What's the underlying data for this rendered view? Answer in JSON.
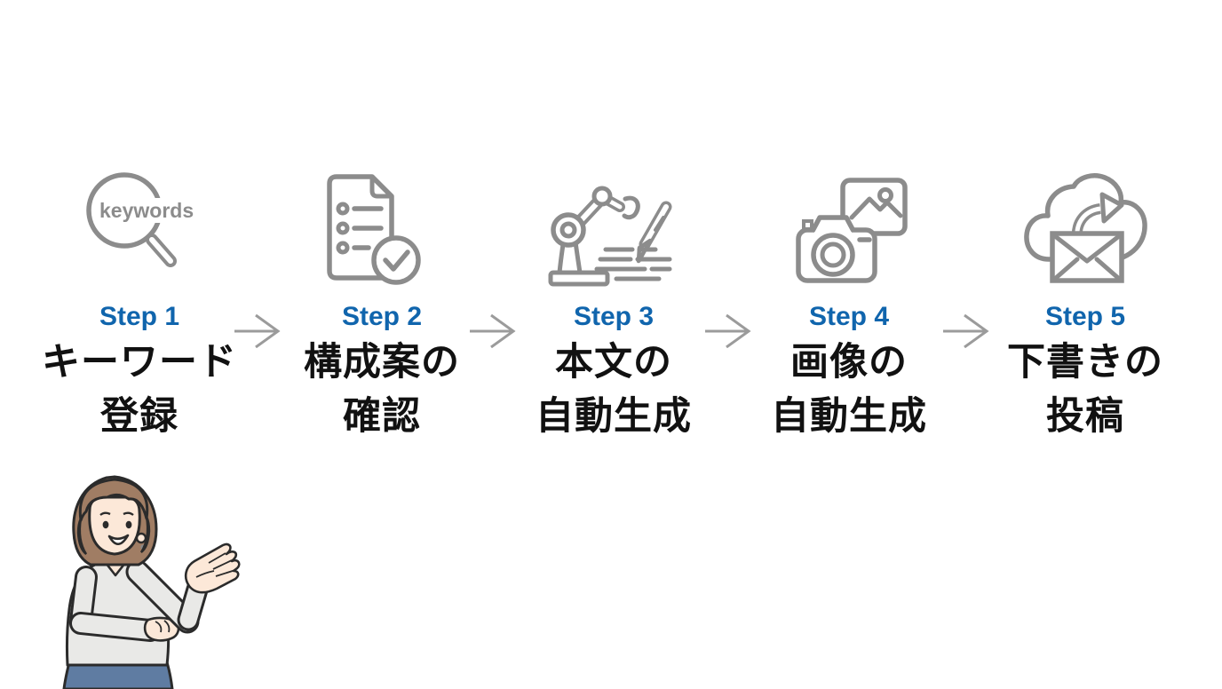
{
  "diagram_title": "blog-auto-generation-5-step-flow",
  "steps": [
    {
      "label": "Step 1",
      "title_line1": "キーワード",
      "title_line2": "登録",
      "icon": "keywords-magnifier-icon"
    },
    {
      "label": "Step 2",
      "title_line1": "構成案の",
      "title_line2": "確認",
      "icon": "checklist-document-icon"
    },
    {
      "label": "Step 3",
      "title_line1": "本文の",
      "title_line2": "自動生成",
      "icon": "robot-writing-icon"
    },
    {
      "label": "Step 4",
      "title_line1": "画像の",
      "title_line2": "自動生成",
      "icon": "camera-images-icon"
    },
    {
      "label": "Step 5",
      "title_line1": "下書きの",
      "title_line2": "投稿",
      "icon": "cloud-upload-mail-icon"
    }
  ],
  "icon_texts": {
    "magnifier_label": "keywords"
  },
  "colors": {
    "background": "#ffffff",
    "step_label_blue": "#1065ad",
    "title_black": "#111111",
    "icon_gray": "#8c8c8c",
    "arrow_gray": "#9b9b9b",
    "figure_hair_brown": "#a07d64",
    "figure_skin": "#fce8d8",
    "figure_sweater_gray": "#e9e9e7",
    "figure_skirt_blue": "#5f7ca2",
    "figure_outline": "#2b2b2b"
  }
}
